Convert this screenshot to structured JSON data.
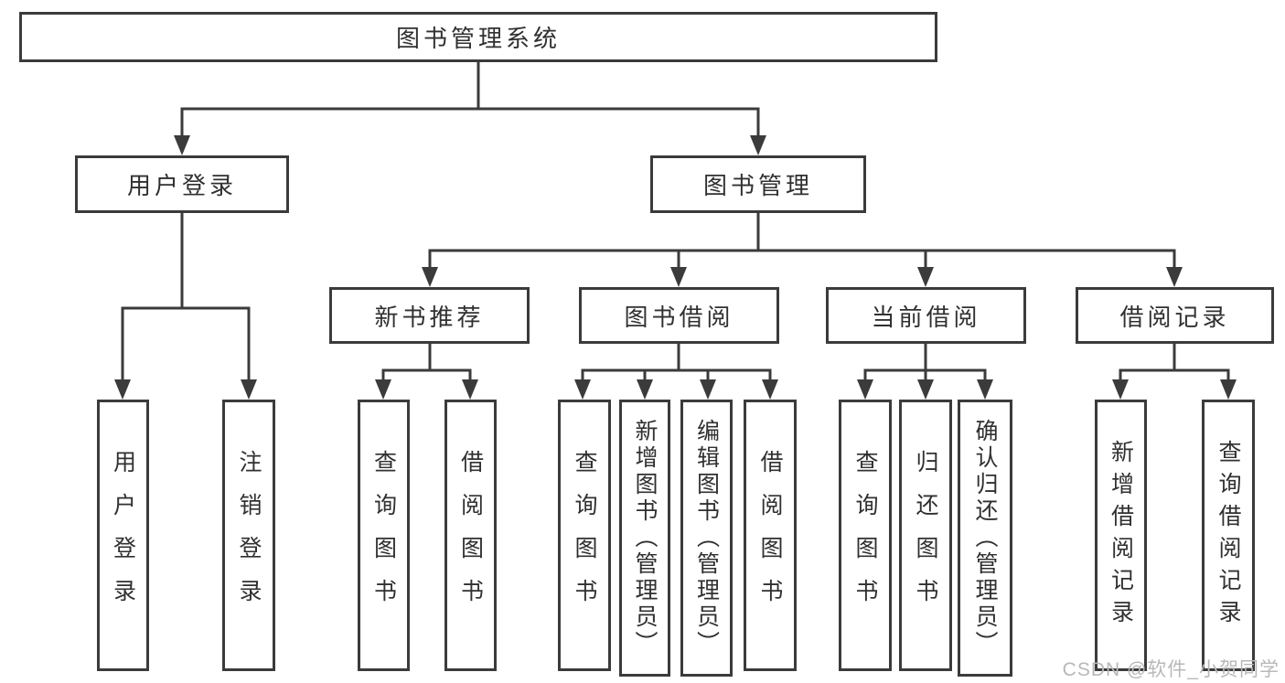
{
  "colors": {
    "line": "#3b3b3b",
    "box_border": "#3b3b3b",
    "text": "#303030",
    "background": "#ffffff",
    "watermark": "#b8b8b8"
  },
  "tree": {
    "root": {
      "label": "图书管理系统"
    },
    "branches": [
      {
        "label": "用户登录",
        "children": [
          {
            "label": "用户登录"
          },
          {
            "label": "注销登录"
          }
        ]
      },
      {
        "label": "图书管理",
        "children": [
          {
            "label": "新书推荐",
            "children": [
              {
                "label": "查询图书"
              },
              {
                "label": "借阅图书"
              }
            ]
          },
          {
            "label": "图书借阅",
            "children": [
              {
                "label": "查询图书"
              },
              {
                "label": "新增图书（管理员）"
              },
              {
                "label": "编辑图书（管理员）"
              },
              {
                "label": "借阅图书"
              }
            ]
          },
          {
            "label": "当前借阅",
            "children": [
              {
                "label": "查询图书"
              },
              {
                "label": "归还图书"
              },
              {
                "label": "确认归还（管理员）"
              }
            ]
          },
          {
            "label": "借阅记录",
            "children": [
              {
                "label": "新增借阅记录"
              },
              {
                "label": "查询借阅记录"
              }
            ]
          }
        ]
      }
    ]
  },
  "watermark": {
    "text": "CSDN @软件_小贺同学"
  }
}
